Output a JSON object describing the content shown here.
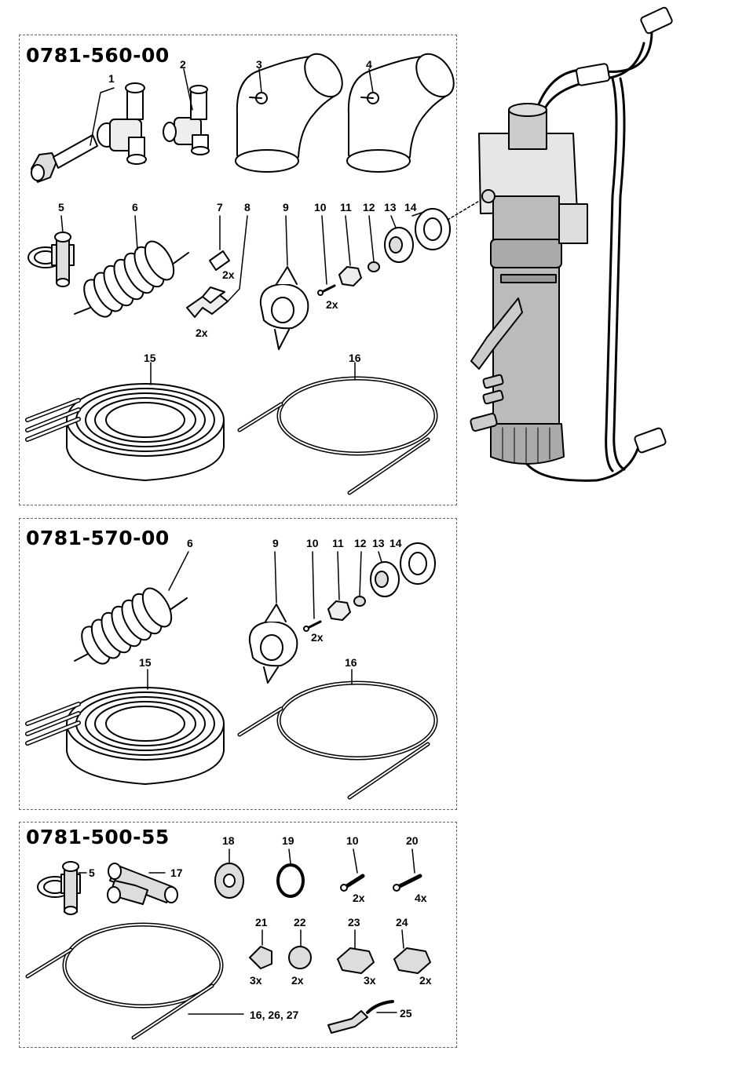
{
  "kits": [
    {
      "code": "0781-560-00",
      "labels": [
        "1",
        "2",
        "3",
        "4",
        "5",
        "6",
        "7",
        "8",
        "9",
        "10",
        "11",
        "12",
        "13",
        "14",
        "15",
        "16"
      ],
      "quantities": [
        "2x",
        "2x",
        "2x"
      ]
    },
    {
      "code": "0781-570-00",
      "labels": [
        "6",
        "9",
        "10",
        "11",
        "12",
        "13",
        "14",
        "15",
        "16"
      ],
      "quantities": [
        "2x"
      ]
    },
    {
      "code": "0781-500-55",
      "labels": [
        "5",
        "17",
        "18",
        "19",
        "10",
        "20",
        "21",
        "22",
        "23",
        "24",
        "16, 26, 27",
        "25"
      ],
      "quantities": [
        "2x",
        "4x",
        "3x",
        "2x",
        "3x",
        "2x"
      ]
    }
  ],
  "icons": [
    "fuel-tee-fitting-icon",
    "fuel-line-elbow-icon",
    "hose-clamp-icon",
    "coil-spring-icon",
    "wing-nut-icon",
    "coiled-hose-icon",
    "fuel-line-loop-icon",
    "fuel-pump-icon"
  ]
}
